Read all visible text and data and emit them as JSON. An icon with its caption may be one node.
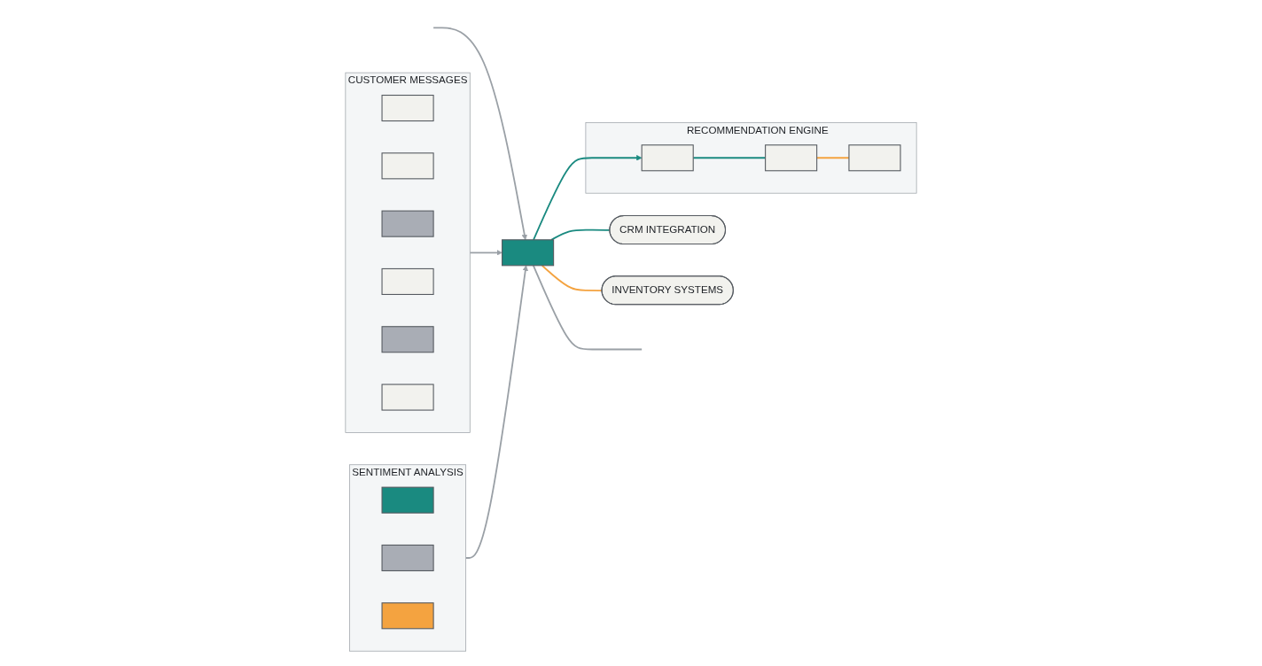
{
  "diagram": {
    "nodes": [
      {
        "text": [
          "CUSTOMER MESSAGES"
        ]
      },
      {
        "text": [],
        "shape": "box",
        "in": 0
      },
      {
        "text": [],
        "shape": "box",
        "in": 0
      },
      {
        "text": [],
        "shape": "box",
        "in": 0
      },
      {
        "text": [],
        "shape": "box",
        "in": 0
      },
      {
        "text": [],
        "shape": "box",
        "in": 0
      },
      {
        "text": [],
        "shape": "box",
        "in": 0
      },
      {
        "text": [
          "SENTIMENT ANALYSIS"
        ]
      },
      {
        "text": [],
        "shape": "box",
        "in": 7
      },
      {
        "text": [],
        "shape": "box",
        "in": 7
      },
      {
        "text": [],
        "shape": "box",
        "in": 7
      },
      {
        "text": [],
        "shape": "box"
      },
      {
        "text": [
          "RECOMMENDATION ENGINE"
        ]
      },
      {
        "text": [],
        "shape": "box",
        "in": 12
      },
      {
        "text": [],
        "shape": "box",
        "in": 12
      },
      {
        "text": [],
        "shape": "box",
        "in": 12
      },
      {
        "text": [
          "CRM INTEGRATION"
        ]
      },
      {
        "text": [
          "INVENTORY SYSTEMS"
        ]
      }
    ],
    "edges": [
      {
        "from": 0,
        "to": 11,
        "arrow": "to"
      },
      {
        "from": null,
        "to": 11,
        "arrow": "to"
      },
      {
        "from": 7,
        "to": 11,
        "arrow": "to"
      },
      {
        "from": 11,
        "to": 13,
        "arrow": "to",
        "color": "#1a8a80"
      },
      {
        "from": 13,
        "to": 14,
        "arrow": "none",
        "color": "#1a8a80"
      },
      {
        "from": 14,
        "to": 15,
        "arrow": "none",
        "color": "#f4a340"
      },
      {
        "from": 11,
        "to": 16,
        "arrow": "none",
        "color": "#1a8a80"
      },
      {
        "from": 11,
        "to": 17,
        "arrow": "none",
        "color": "#f4a340"
      },
      {
        "from": 11,
        "to": null,
        "arrow": "none"
      }
    ]
  }
}
